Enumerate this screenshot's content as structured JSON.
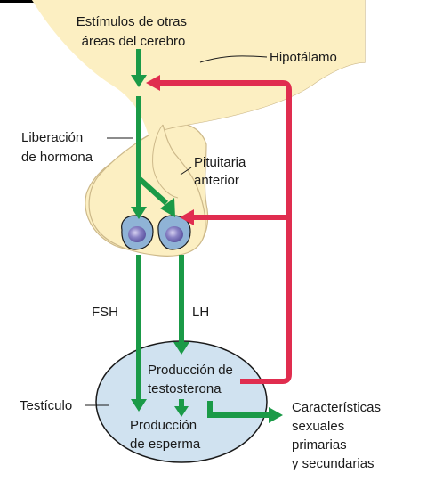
{
  "labels": {
    "stimuli_line1": "Estímulos de otras",
    "stimuli_line2": "áreas del cerebro",
    "hypothalamus": "Hipotálamo",
    "release_line1": "Liberación",
    "release_line2": "de hormona",
    "pituitary_line1": "Pituitaria",
    "pituitary_line2": "anterior",
    "fsh": "FSH",
    "lh": "LH",
    "testis": "Testículo",
    "testosterone_line1": "Producción de",
    "testosterone_line2": "testosterona",
    "sperm_line1": "Producción",
    "sperm_line2": "de esperma",
    "traits_line1": "Características",
    "traits_line2": "sexuales",
    "traits_line3": "primarias",
    "traits_line4": "y secundarias"
  },
  "colors": {
    "stimulation_arrow": "#1a9a47",
    "feedback_arrow": "#e02d4f",
    "brain_tissue": "#fcefc2",
    "testis_fill": "#d0e2f0",
    "cell_fill": "#8fb3d6",
    "nucleus_fill": "#7b74b8"
  }
}
